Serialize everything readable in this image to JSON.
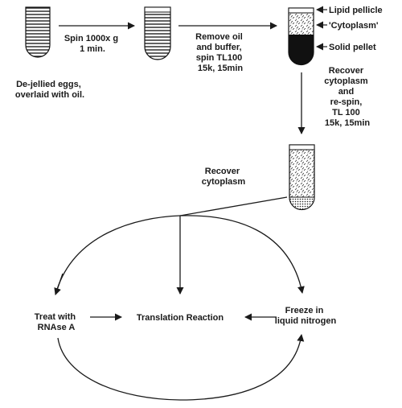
{
  "steps": {
    "eggs_label": [
      "De-jellied eggs,",
      "overlaid with oil."
    ],
    "spin1_label": [
      "Spin 1000x g",
      "1 min."
    ],
    "spin2_label": [
      "Remove oil",
      "and buffer,",
      "spin TL100",
      "15k, 15min"
    ],
    "respin_label": [
      "Recover",
      "cytoplasm",
      "and",
      "re-spin,",
      "TL 100",
      "15k, 15min"
    ],
    "recover_label": [
      "Recover",
      "cytoplasm"
    ]
  },
  "tube_layers": {
    "lipid": "Lipid pellicle",
    "cytoplasm": "'Cytoplasm'",
    "pellet": "Solid pellet"
  },
  "cycle": {
    "center": "Translation Reaction",
    "left": [
      "Treat with",
      "RNAse A"
    ],
    "right": [
      "Freeze in",
      "liquid nitrogen"
    ]
  },
  "colors": {
    "ink": "#1a1a1a",
    "pellet": "#111111",
    "background": "#ffffff"
  }
}
